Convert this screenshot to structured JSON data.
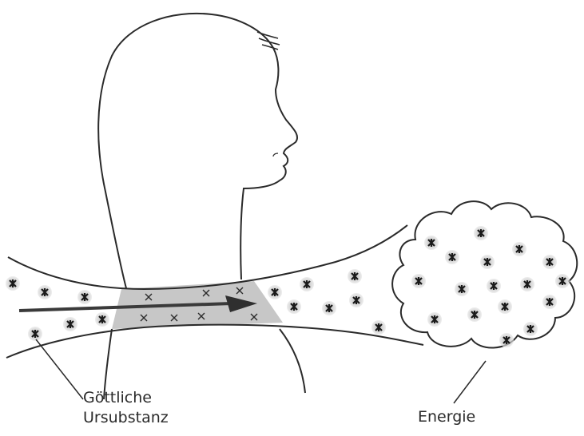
{
  "labels": {
    "divine_substance_line1": "Göttliche",
    "divine_substance_line2": "Ursubstanz",
    "energy": "Energie"
  },
  "colors": {
    "ink": "#2a2a2a",
    "shading": "#bdbdbd",
    "particle_halo": "#c9c9c9"
  }
}
